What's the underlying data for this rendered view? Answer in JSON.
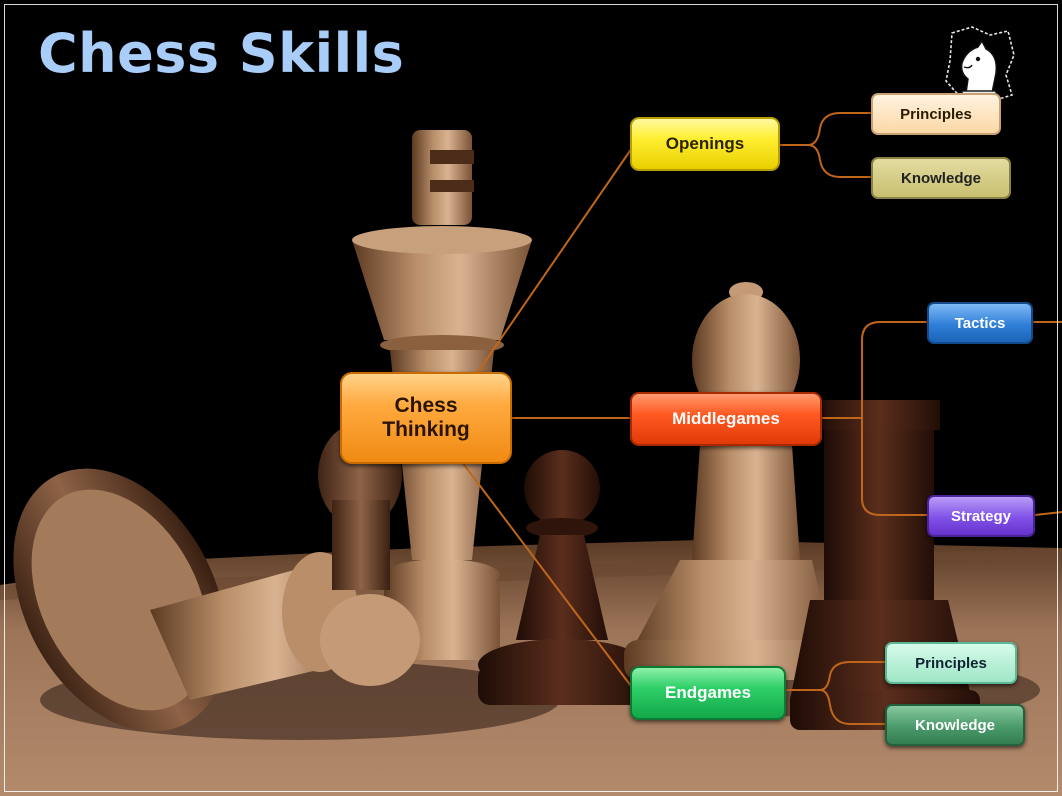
{
  "title": "Chess Skills",
  "diagram": {
    "central": {
      "line1": "Chess",
      "line2": "Thinking"
    },
    "branches": [
      {
        "label": "Openings",
        "children": [
          "Principles",
          "Knowledge"
        ]
      },
      {
        "label": "Middlegames",
        "children": [
          "Tactics",
          "Strategy"
        ]
      },
      {
        "label": "Endgames",
        "children": [
          "Principles",
          "Knowledge"
        ]
      }
    ]
  },
  "colors": {
    "title": "#a7cdf8",
    "central": "#f7941d",
    "openings": "#ffe81a",
    "middlegames": "#ff5a22",
    "endgames": "#22c05a",
    "tactics": "#2f7fd8",
    "strategy": "#7c4ce6",
    "connector": "#c0661a"
  },
  "logo_icon": "knight-icon"
}
